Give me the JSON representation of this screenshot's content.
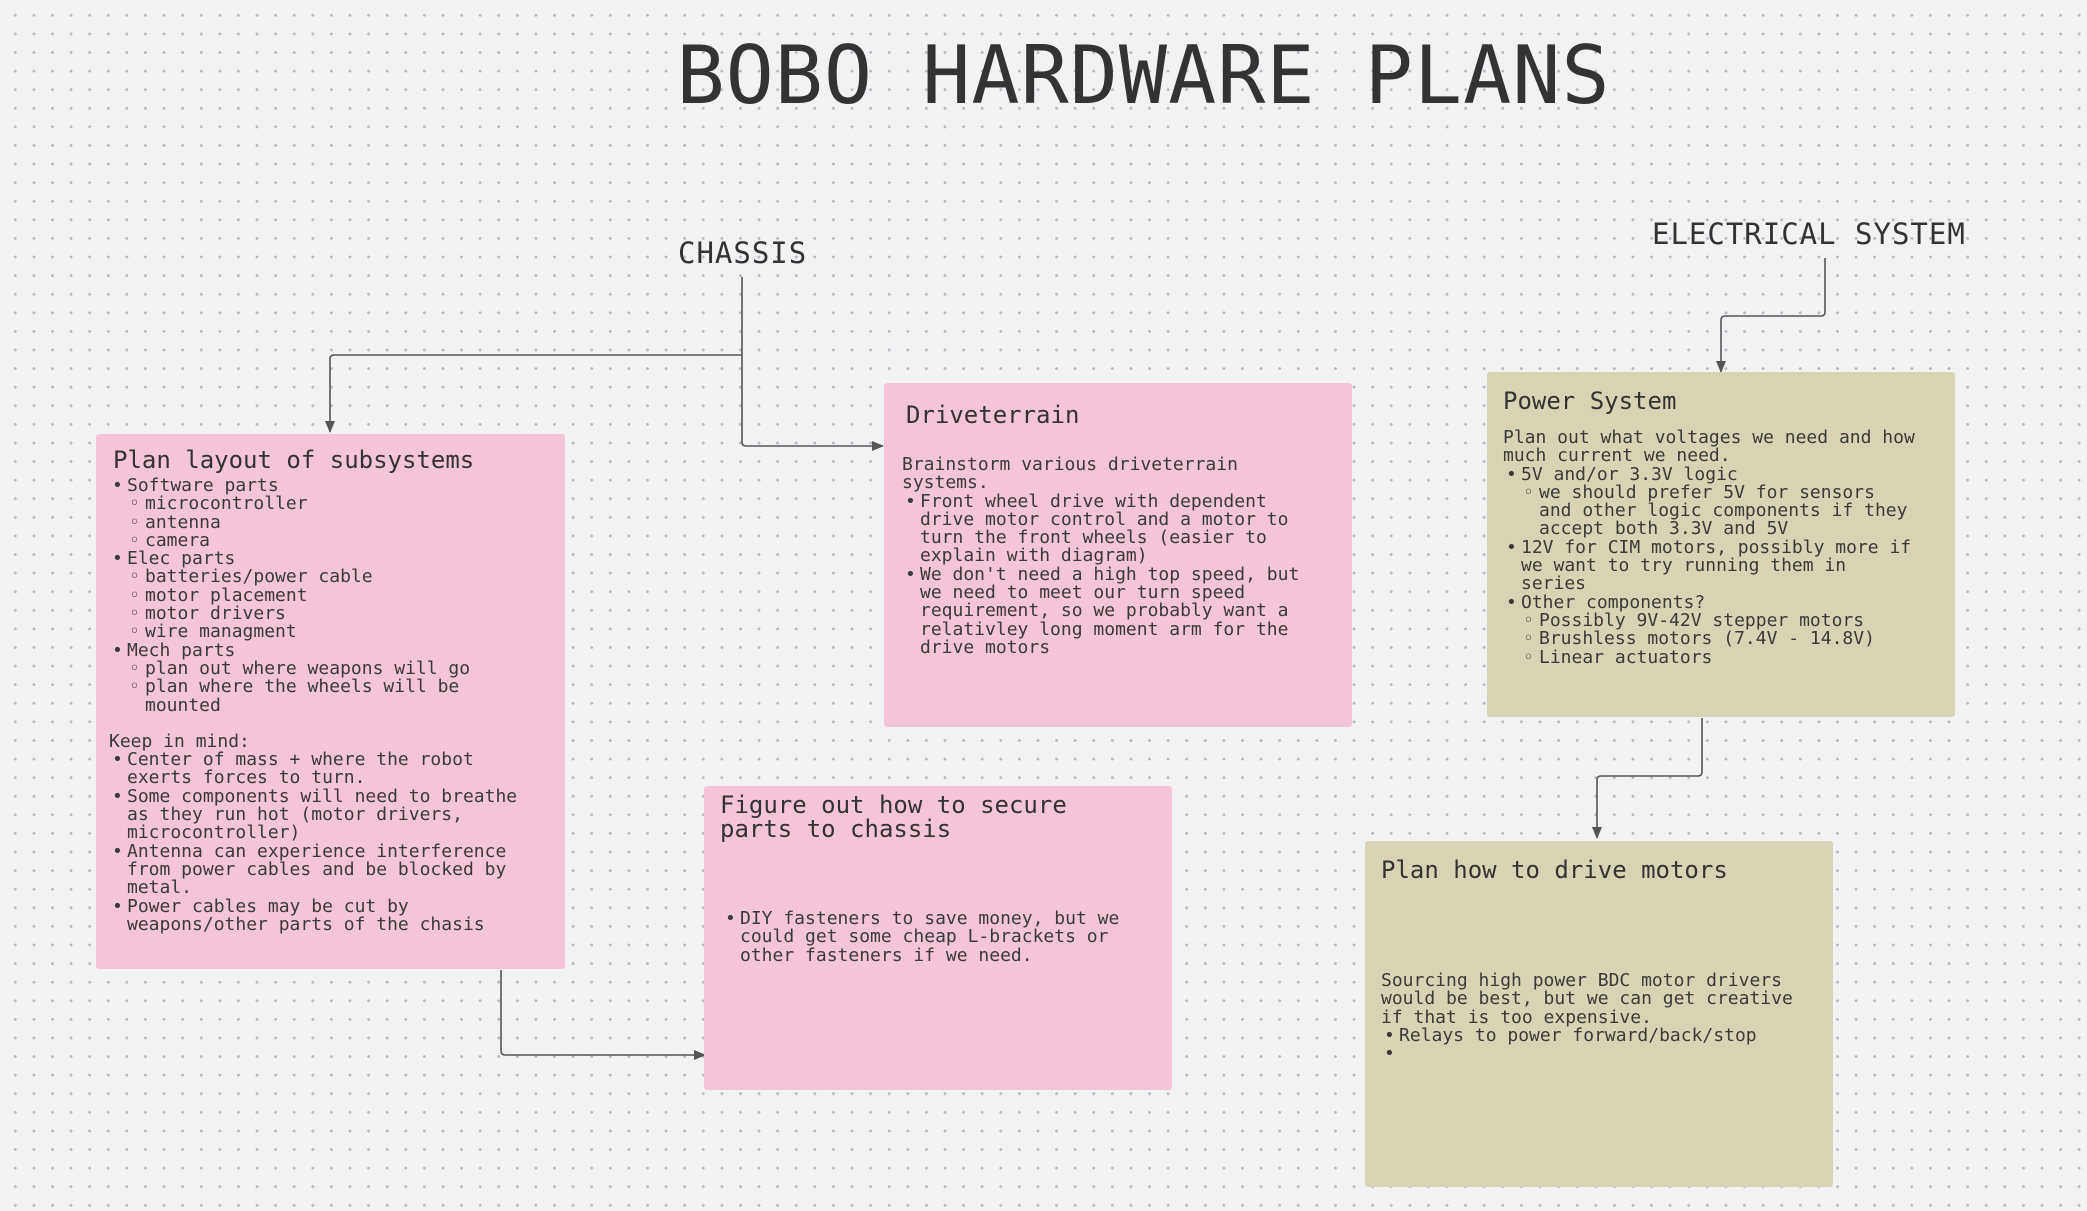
{
  "title": "BOBO HARDWARE PLANS",
  "labels": {
    "chassis": "CHASSIS",
    "electrical": "ELECTRICAL SYSTEM"
  },
  "colors": {
    "pink_card": "#f5c4d9",
    "khaki_card": "#d9d3b5",
    "connector": "#555555",
    "background": "#f1f2f4"
  },
  "cards": {
    "plan_layout": {
      "title": "Plan layout of subsystems",
      "items": [
        "Software parts",
        "microcontroller",
        "antenna",
        "camera",
        "Elec parts",
        "batteries/power cable",
        "motor placement",
        "motor drivers",
        "wire managment",
        "Mech parts",
        "plan out where weapons will go",
        "plan where the wheels will be\nmounted"
      ],
      "keep_in_mind": "Keep in mind:",
      "notes": [
        "Center of mass + where the robot\nexerts forces to turn.",
        "Some components will need to breathe\nas they run hot (motor drivers,\nmicrocontroller)",
        "Antenna can experience interference\nfrom power cables and be blocked by\nmetal.",
        "Power cables may be cut by\nweapons/other parts of the chasis"
      ]
    },
    "driveterrain": {
      "title": "Driveterrain",
      "intro": "Brainstorm various driveterrain\nsystems.",
      "items": [
        "Front wheel drive with dependent\ndrive motor control and a motor to\nturn the front wheels (easier to\nexplain with diagram)",
        "We don't need a high top speed, but\nwe need to meet our turn speed\nrequirement, so we probably want a\nrelativley long moment arm for the\ndrive motors"
      ]
    },
    "secure_parts": {
      "title": "Figure out how to secure\nparts to chassis",
      "items": [
        "DIY fasteners to save money, but we\ncould get some cheap L-brackets or\nother fasteners if we need."
      ]
    },
    "power_system": {
      "title": "Power System",
      "intro": "Plan out what voltages we need and how\nmuch current we need.",
      "items": [
        "5V and/or 3.3V logic",
        "we should prefer 5V for sensors\nand other logic components if they\naccept both 3.3V and 5V",
        "12V for CIM motors, possibly more if\nwe want to try running them in\nseries",
        "Other components?",
        "Possibly 9V-42V stepper motors",
        "Brushless motors (7.4V - 14.8V)",
        "Linear actuators"
      ]
    },
    "drive_motors": {
      "title": "Plan how to drive motors",
      "intro": "Sourcing high power BDC motor drivers\nwould be best, but we can get creative\nif that is too expensive.",
      "items": [
        "Relays to power forward/back/stop",
        ""
      ]
    }
  }
}
